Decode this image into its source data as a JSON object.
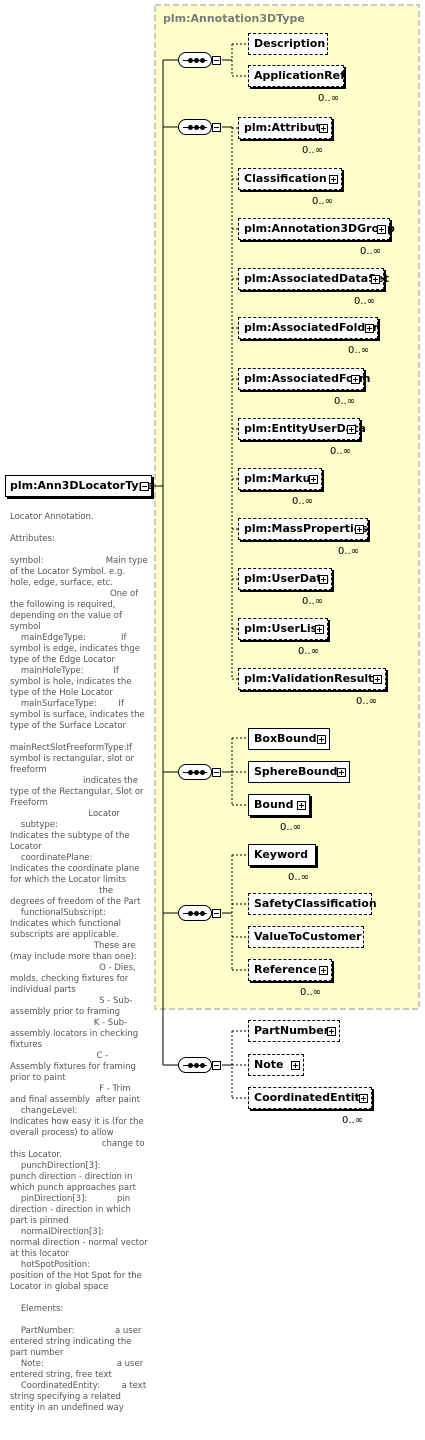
{
  "group": {
    "title": "plm:Annotation3DType"
  },
  "root": {
    "label": "plm:Ann3DLocatorType"
  },
  "documentation": "Locator Annotation.\n\nAttributes:\n\nsymbol:                       Main type of the Locator Symbol. e.g. hole, edge, surface, etc.\n                                     One of the following is required, depending on the value of symbol\n    mainEdgeType:             If symbol is edge, indicates thge type of the Edge Locator\n    mainHoleType:           If symbol is hole, indicates the type of the Hole Locator\n    mainSurfaceType:        If symbol is surface, indicates the type of the Surface Locator\n\nmainRectSlotFreeformType:If symbol is rectangular, slot or freeform\n                           indicates the type of the Rectangular, Slot or Freeform\n                             Locator\n    subtype:\nIndicates the subtype of the Locator\n    coordinatePlane:\nIndicates the coordinate plane for which the Locator limits\n                                 the degrees of freedom of the Part\n    functionalSubscript:\nIndicates which functional subscripts are applicable.\n                               These are (may include more than one):\n                                 O - Dies, molds, checking fixtures for individual parts\n                                 S - Sub-assembly prior to framing\n                               K - Sub-assembly locators in checking fixtures\n                                C - Assembly fixtures for framing prior to paint\n                                 F - Trim and final assembly  after paint\n    changeLevel:\nIndicates how easy it is (for the overall process) to allow\n                                  change to this Locator.\n    punchDirection[3]:        punch direction - direction in which punch approaches part\n    pinDirection[3]:           pin direction - direction in which part is pinned\n    normalDirection[3]:\nnormal direction - normal vector at this locator\n    hotSpotPosition:\nposition of the Hot Spot for the Locator in global space\n\n    Elements:\n\n    PartNumber:               a user entered string indicating the part number\n    Note:                           a user entered string, free text\n    CoordinatedEntity:        a text string specifying a related entity in an undefined way",
  "sequences": {
    "seq1": {
      "elements": [
        {
          "label": "Description"
        },
        {
          "label": "ApplicationRef",
          "card": "0..∞"
        }
      ]
    },
    "seq2": {
      "elements": [
        {
          "label": "plm:Attribute",
          "card": "0..∞"
        },
        {
          "label": "Classification",
          "card": "0..∞"
        },
        {
          "label": "plm:Annotation3DGroup",
          "card": "0..∞"
        },
        {
          "label": "plm:AssociatedDataSet",
          "card": "0..∞"
        },
        {
          "label": "plm:AssociatedFolder",
          "card": "0..∞"
        },
        {
          "label": "plm:AssociatedForm",
          "card": "0..∞"
        },
        {
          "label": "plm:EntityUserData",
          "card": "0..∞"
        },
        {
          "label": "plm:Markup",
          "card": "0..∞"
        },
        {
          "label": "plm:MassProperties",
          "card": "0..∞"
        },
        {
          "label": "plm:UserData",
          "card": "0..∞"
        },
        {
          "label": "plm:UserList",
          "card": "0..∞"
        },
        {
          "label": "plm:ValidationResults",
          "card": "0..∞"
        }
      ]
    },
    "seq3": {
      "elements": [
        {
          "label": "BoxBound"
        },
        {
          "label": "SphereBound"
        },
        {
          "label": "Bound",
          "card": "0..∞"
        }
      ]
    },
    "seq4": {
      "elements": [
        {
          "label": "Keyword",
          "card": "0..∞"
        },
        {
          "label": "SafetyClassification"
        },
        {
          "label": "ValueToCustomer"
        },
        {
          "label": "Reference",
          "card": "0..∞"
        }
      ]
    },
    "seq5": {
      "elements": [
        {
          "label": "PartNumber"
        },
        {
          "label": "Note"
        },
        {
          "label": "CoordinatedEntity",
          "card": "0..∞"
        }
      ]
    }
  },
  "colors": {
    "group_fill": "#ffffcc",
    "group_border": "#999999",
    "line": "#000000"
  }
}
